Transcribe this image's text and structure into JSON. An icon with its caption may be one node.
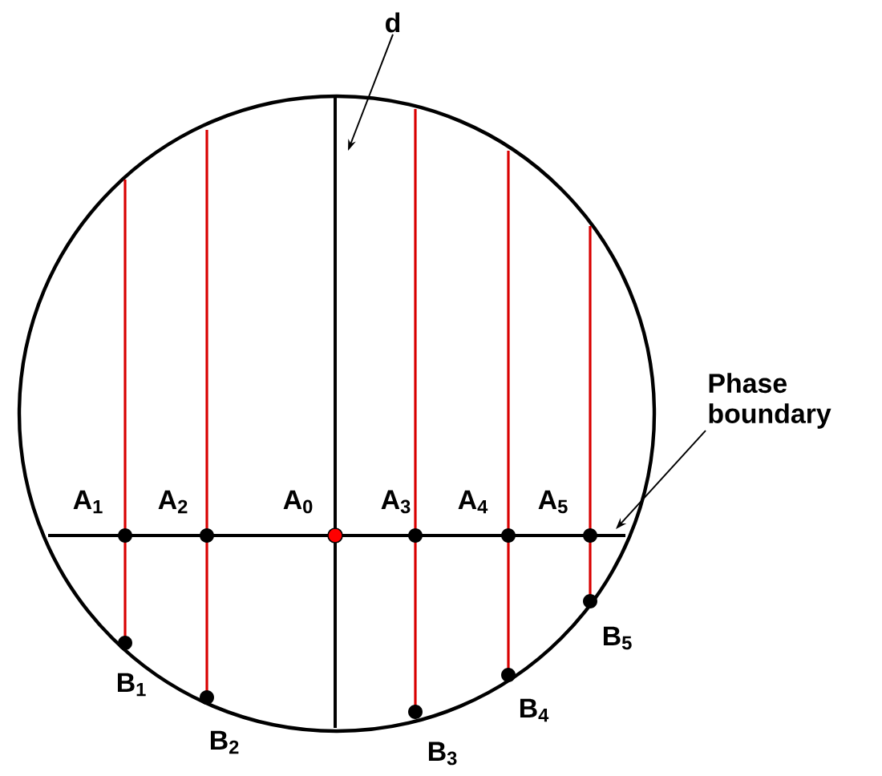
{
  "diagram": {
    "nodes": [
      {
        "text": [
          "d"
        ]
      },
      {
        "text": [
          "Phase boundary"
        ]
      }
    ],
    "edges": [
      {
        "from": 0,
        "to": null,
        "arrow": "to"
      },
      {
        "from": 1,
        "to": null,
        "arrow": "to"
      }
    ],
    "labels": [
      "A$_{1}$",
      "A$_{2}$",
      "A$_{0}$",
      "A$_{3}$",
      "A$_{4}$",
      "A$_{5}$",
      "B$_{5}$",
      "B$_{1}$",
      "B$_{4}$",
      "B$_{2}$",
      "B$_{3}$"
    ]
  }
}
